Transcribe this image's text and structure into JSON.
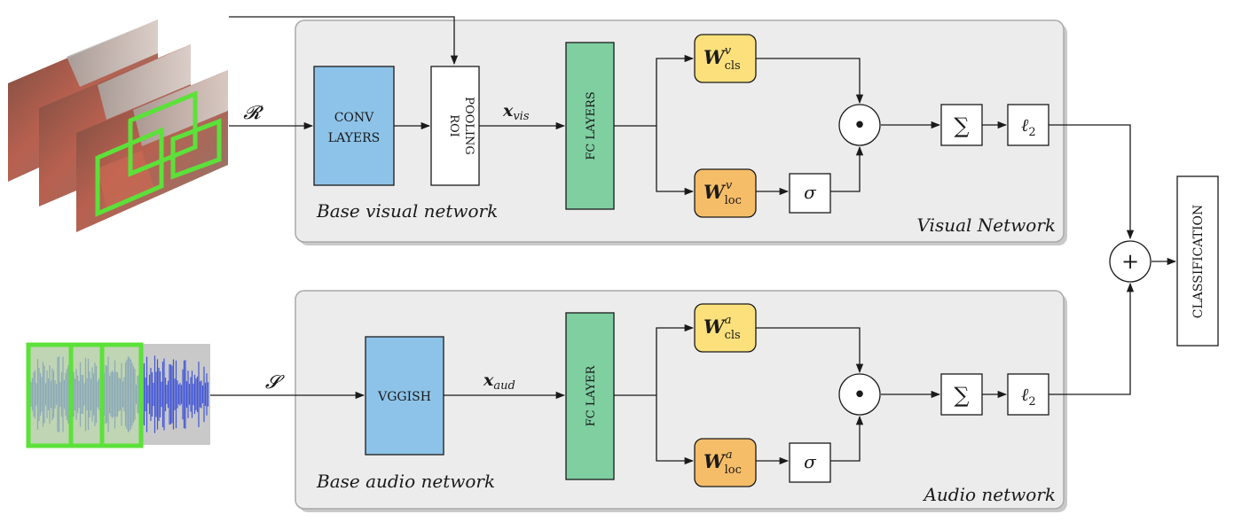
{
  "colors": {
    "panel": "#ececec",
    "conv_block": "#8dc3e8",
    "fc_block": "#7fcfa1",
    "cls_weight": "#fbe07c",
    "loc_weight": "#f6bd68",
    "region_highlight": "#5ce13a",
    "waveform": "#3a4fd6"
  },
  "visual": {
    "panel_title": "Visual Network",
    "base_label": "Base visual network",
    "conv_line1": "CONV",
    "conv_line2": "LAYERS",
    "roi_line1": "ROI",
    "roi_line2": "POOLING",
    "fc_label": "FC LAYERS",
    "input_symbol": "𝓡",
    "feature_main": "x",
    "feature_sub": "vis",
    "w_cls": {
      "main": "W",
      "sup": "v",
      "sub": "cls"
    },
    "w_loc": {
      "main": "W",
      "sup": "v",
      "sub": "loc"
    }
  },
  "audio": {
    "panel_title": "Audio network",
    "base_label": "Base audio network",
    "vggish_label": "VGGISH",
    "fc_label": "FC LAYER",
    "input_symbol": "𝓢",
    "feature_main": "x",
    "feature_sub": "aud",
    "w_cls": {
      "main": "W",
      "sup": "a",
      "sub": "cls"
    },
    "w_loc": {
      "main": "W",
      "sup": "a",
      "sub": "loc"
    }
  },
  "ops": {
    "sigma": "σ",
    "dot": "•",
    "sum": "∑",
    "l2_main": "ℓ",
    "l2_sub": "2",
    "plus": "+"
  },
  "classification_label": "CLASSIFICATION"
}
